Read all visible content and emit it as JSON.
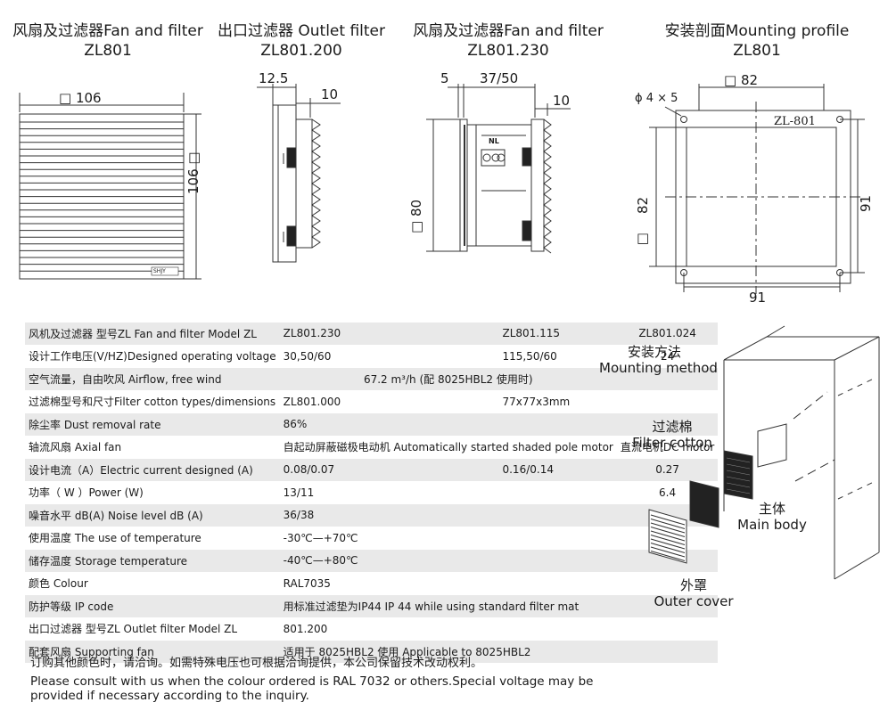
{
  "headers": {
    "fan_filter": {
      "line1": "风扇及过滤器Fan and filter",
      "line2": "ZL801"
    },
    "outlet_filter": {
      "line1": "出口过滤器 Outlet filter",
      "line2": "ZL801.200"
    },
    "fan_filter_2": {
      "line1": "风扇及过滤器Fan and filter",
      "line2": "ZL801.230"
    },
    "mounting_profile": {
      "line1": "安装剖面Mounting profile",
      "line2": "ZL801"
    }
  },
  "dims": {
    "fan_width": "□ 106",
    "fan_height": "106 □",
    "fan_tag": "SHJY",
    "outlet_depth": "12.5",
    "outlet_flange": "10",
    "fan2_front": "5",
    "fan2_depth": "37/50",
    "fan2_flange": "10",
    "fan2_height": "□ 80",
    "fan2_nl": "NL",
    "mp_holes": "ϕ 4 × 5",
    "mp_cutout": "□ 82",
    "mp_model": "ZL-801",
    "mp_left": "82",
    "mp_left_sq": "□",
    "mp_right": "91",
    "mp_bottom": "91"
  },
  "specs": [
    {
      "label": "风机及过滤器  型号ZL   Fan and filter  Model ZL",
      "c1": "ZL801.230",
      "c2": "ZL801.115",
      "c3": "ZL801.024"
    },
    {
      "label": "设计工作电压(V/HZ)Designed operating voltage",
      "c1": "30,50/60",
      "c2": "115,50/60",
      "c3": "24"
    },
    {
      "label": "空气流量，自由吹风 Airflow, free wind",
      "c1": "67.2 m³/h    (配  8025HBL2  使用时)",
      "c2": "",
      "c3": ""
    },
    {
      "label": "过滤棉型号和尺寸Filter cotton types/dimensions",
      "c1": "ZL801.000",
      "c2": "77x77x3mm",
      "c3": ""
    },
    {
      "label": "除尘率 Dust removal rate",
      "c1": "86%",
      "c2": "",
      "c3": ""
    },
    {
      "label": "轴流风扇 Axial fan",
      "c1": "自起动屏蔽磁极电动机  Automatically started shaded pole motor",
      "c2": "",
      "c3": "直流电机DC motor"
    },
    {
      "label": "设计电流（A）Electric current designed (A)",
      "c1": "0.08/0.07",
      "c2": "0.16/0.14",
      "c3": "0.27"
    },
    {
      "label": "功率（ W ）Power (W)",
      "c1": "13/11",
      "c2": "",
      "c3": "6.4"
    },
    {
      "label": "噪音水平 dB(A) Noise level dB (A)",
      "c1": "36/38",
      "c2": "",
      "c3": ""
    },
    {
      "label": "使用温度 The use of temperature",
      "c1": "-30℃—+70℃",
      "c2": "",
      "c3": ""
    },
    {
      "label": "储存温度 Storage temperature",
      "c1": "-40℃—+80℃",
      "c2": "",
      "c3": ""
    },
    {
      "label": "颜色 Colour",
      "c1": "RAL7035",
      "c2": "",
      "c3": ""
    },
    {
      "label": "防护等级 IP code",
      "c1": "用标准过滤垫为IP44   IP 44 while using standard filter mat",
      "c2": "",
      "c3": ""
    },
    {
      "label": "出口过滤器  型号ZL    Outlet filter  Model ZL",
      "c1": "801.200",
      "c2": "",
      "c3": ""
    },
    {
      "label": "配套风扇 Supporting fan",
      "c1": "适用于  8025HBL2    使用    Applicable to 8025HBL2",
      "c2": "",
      "c3": ""
    }
  ],
  "notes": {
    "cn": "订购其他颜色时，请洽询。如需特殊电压也可根据洽询提供，本公司保留技术改动权利。",
    "en": "Please consult with us when the colour ordered is RAL 7032 or others.Special voltage may be provided if necessary according to the inquiry."
  },
  "mounting": {
    "title_cn": "安装方法",
    "title_en": "Mounting method",
    "filter_cn": "过滤棉",
    "filter_en": "Filter cotton",
    "body_cn": "主体",
    "body_en": "Main body",
    "cover_cn": "外罩",
    "cover_en": "Outer cover"
  }
}
